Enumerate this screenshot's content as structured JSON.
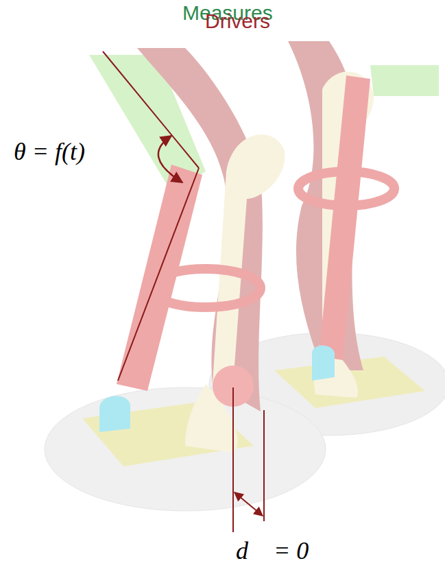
{
  "diagram": {
    "labels": [
      "Measures",
      "Drivers",
      "θ = f(t)",
      "d⃗ = 0"
    ]
  }
}
